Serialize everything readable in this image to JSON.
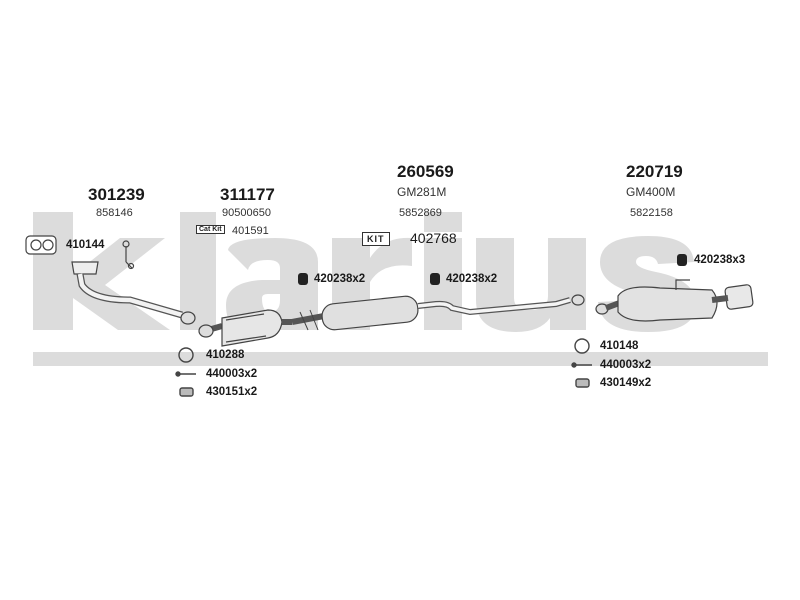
{
  "watermark": {
    "text": "klarius",
    "color": "#d9d9d9"
  },
  "groups": [
    {
      "part": "301239",
      "ref": "858146"
    },
    {
      "part": "311177",
      "ref": "90500650"
    },
    {
      "part": "260569",
      "ref": "GM281M",
      "ref2": "5852869"
    },
    {
      "part": "220719",
      "ref": "GM400M",
      "ref2": "5822158"
    }
  ],
  "catkit": {
    "tag": "Cat Kit",
    "code": "401591"
  },
  "kit": {
    "tag": "KIT",
    "code": "402768"
  },
  "accessories": {
    "gasket_front": "410144",
    "hanger_a": "420238x2",
    "hanger_b": "420238x2",
    "hanger_c": "420238x3",
    "ring_front": "410288",
    "bolt_front": "440003x2",
    "spring_front": "430151x2",
    "ring_rear": "410148",
    "bolt_rear": "440003x2",
    "spring_rear": "430149x2"
  }
}
